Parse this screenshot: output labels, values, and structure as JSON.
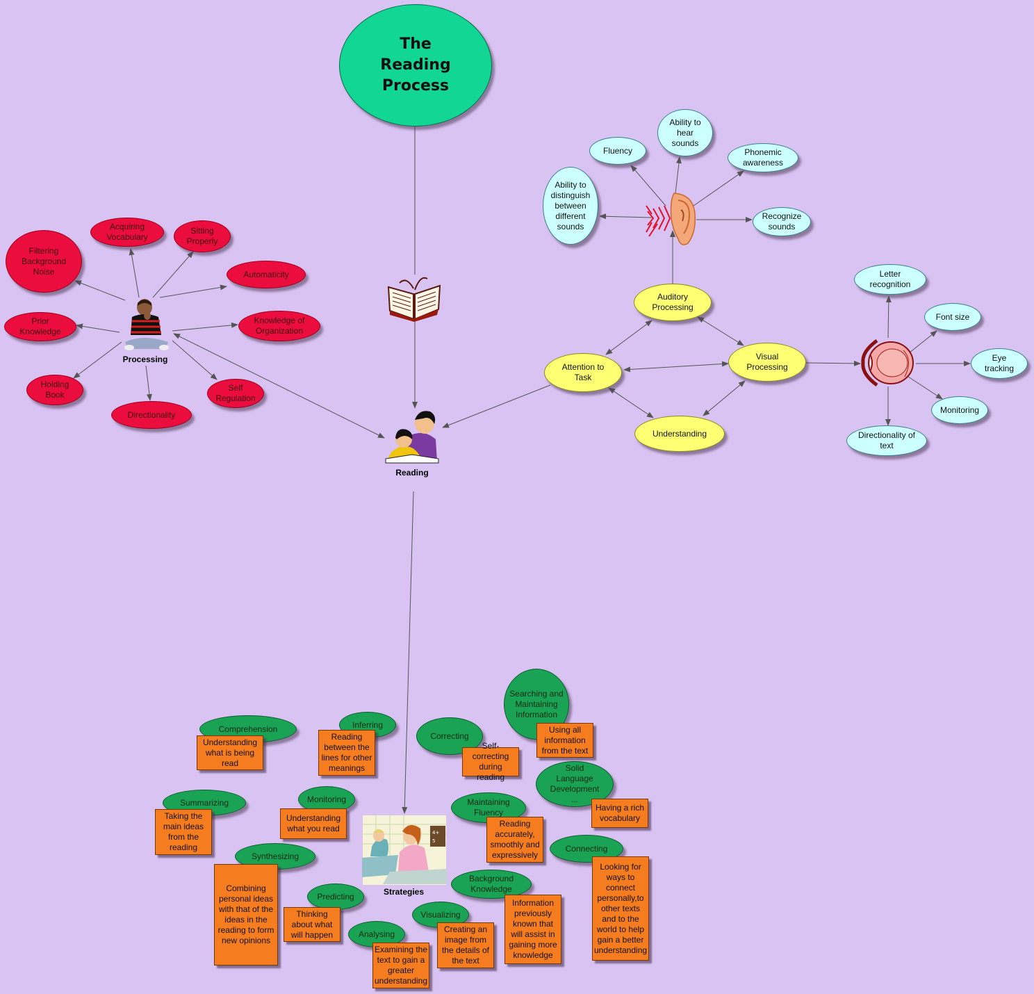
{
  "title": "The Reading Process",
  "colors": {
    "background": "#d9c3f2",
    "processing": "#ea0d3d",
    "auditory": "#ccffff",
    "attention": "#ffff73",
    "strategy": "#1aa355",
    "note": "#f57d20",
    "title": "#12d694"
  },
  "icons": {
    "book": "open-book-icon",
    "reading": "parent-child-reading-icon",
    "processing": "thinking-child-icon",
    "ear": "ear-icon",
    "eye": "eye-icon",
    "strategies": "classroom-icon"
  },
  "labels": {
    "processing": "Processing",
    "reading": "Reading",
    "strategies": "Strategies"
  },
  "processing": {
    "filtering": "Filtering Background Noise",
    "acquiring": "Acquiring Vocabulary",
    "sitting": "Sitting Properly",
    "automaticity": "Automaticity",
    "prior": "Prior Knowledge",
    "organization": "Knowledge of Organization",
    "holding": "Holding Book",
    "directionality": "Directionality",
    "self_regulation": "Self Regulation"
  },
  "auditory": {
    "fluency": "Fluency",
    "hear": "Ability to hear sounds",
    "phonemic": "Phonemic awareness",
    "distinguish": "Ability to distinguish between different sounds",
    "recognize": "Recognize sounds"
  },
  "core": {
    "auditory_processing": "Auditory Processing",
    "attention": "Attention to Task",
    "visual_processing": "Visual Processing",
    "understanding": "Understanding"
  },
  "visual": {
    "letter": "Letter recognition",
    "font": "Font size",
    "eye_tracking": "Eye tracking",
    "monitoring": "Monitoring",
    "directionality": "Directionality of text"
  },
  "strategies": {
    "comprehension": {
      "label": "Comprehension",
      "note": "Understanding what is being read"
    },
    "inferring": {
      "label": "Inferring",
      "note": "Reading between the lines for other meanings"
    },
    "correcting": {
      "label": "Correcting",
      "note": "Self-correcting during reading"
    },
    "searching": {
      "label": "Searching and Maintaining Information",
      "note": "Using all information from the text"
    },
    "solid": {
      "label": "Solid Language Development ...",
      "note": "Having a rich vocabulary"
    },
    "summarizing": {
      "label": "Summarizing",
      "note": "Taking the main ideas from the reading"
    },
    "monitoring": {
      "label": "Monitoring",
      "note": "Understanding what you read"
    },
    "fluency": {
      "label": "Maintaining Fluency",
      "note": "Reading accurately, smoothly and expressively"
    },
    "connecting": {
      "label": "Connecting",
      "note": "Looking for ways to connect personally,to other texts and to the world to help gain a better understanding"
    },
    "synthesizing": {
      "label": "Synthesizing",
      "note": "Combining personal ideas with that of the ideas in the reading to form new opinions"
    },
    "background": {
      "label": "Background Knowledge",
      "note": "Information previously known that will assist in gaining more knowledge"
    },
    "predicting": {
      "label": "Predicting",
      "note": "Thinking about what will happen"
    },
    "visualizing": {
      "label": "Visualizing",
      "note": "Creating an image from the details of the text"
    },
    "analysing": {
      "label": "Analysing",
      "note": "Examining the text to gain a greater understanding"
    }
  }
}
